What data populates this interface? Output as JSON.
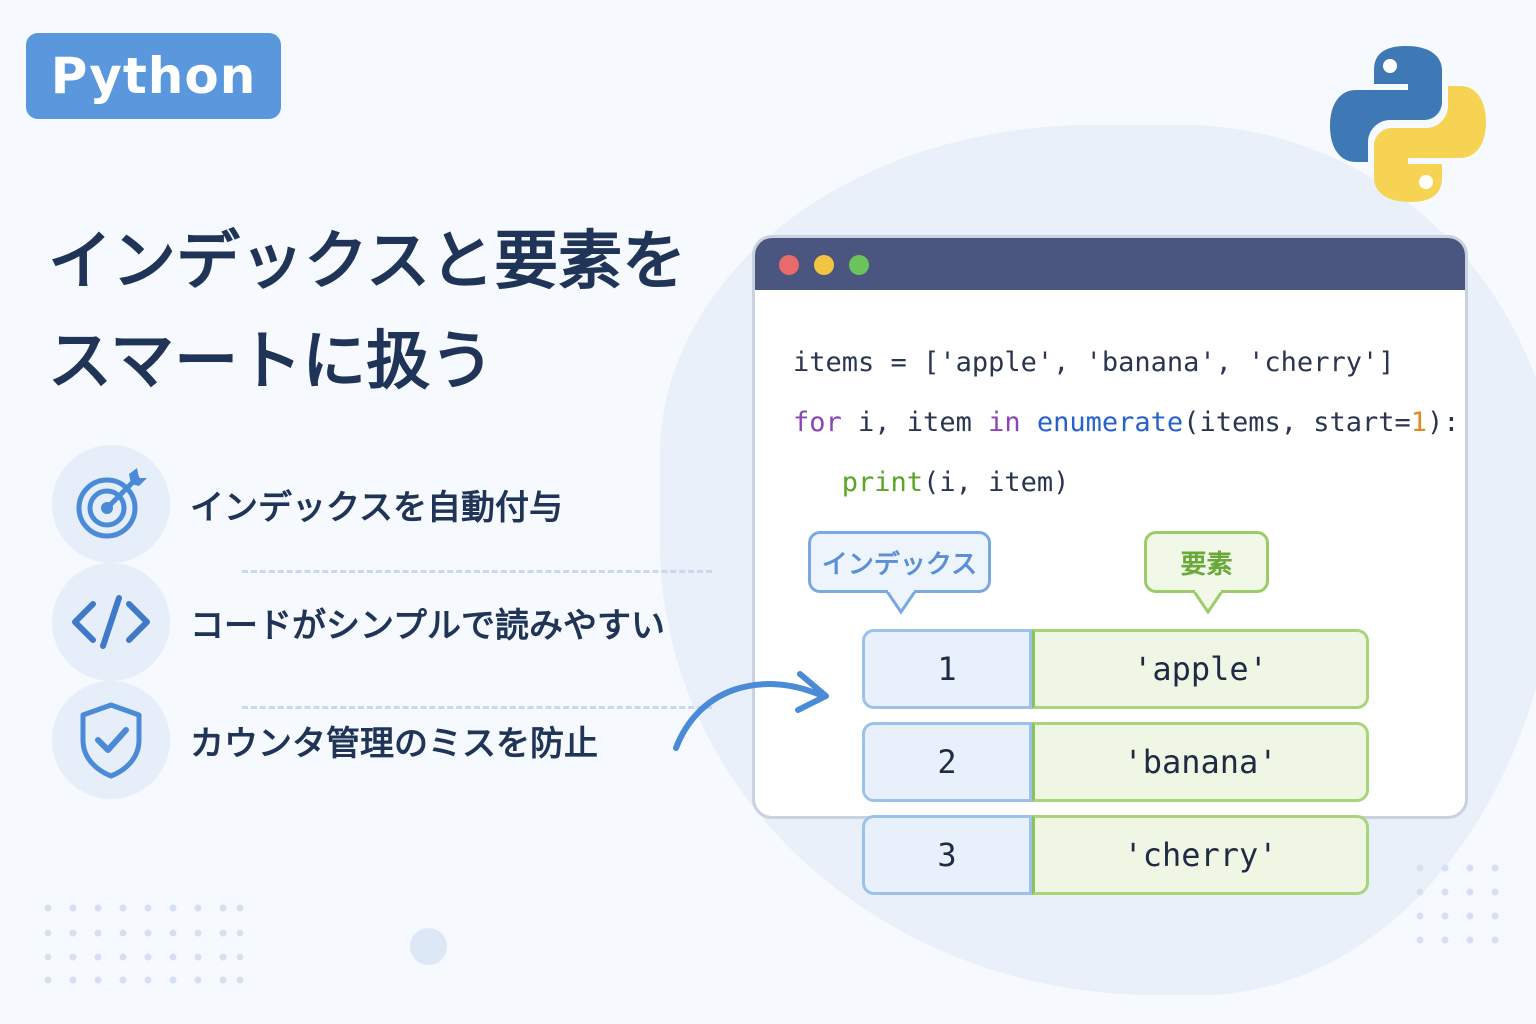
{
  "badge": {
    "label": "Python"
  },
  "title": {
    "line1": "インデックスと要素を",
    "line2": "スマートに扱う"
  },
  "features": [
    {
      "icon": "target-icon",
      "text": "インデックスを自動付与"
    },
    {
      "icon": "code-icon",
      "text": "コードがシンプルで読みやすい"
    },
    {
      "icon": "shield-check-icon",
      "text": "カウンタ管理のミスを防止"
    }
  ],
  "code": {
    "line1": {
      "var": "items",
      "op": " = ",
      "list": "['apple', 'banana', 'cherry']"
    },
    "line2": {
      "kw_for": "for",
      "vars": " i, item ",
      "kw_in": "in",
      "sp": " ",
      "fn": "enumerate",
      "args_open": "(items, start=",
      "num": "1",
      "args_close": "):"
    },
    "line3": {
      "indent": "   ",
      "fn": "print",
      "args": "(i, item)"
    }
  },
  "labels": {
    "index": "インデックス",
    "element": "要素"
  },
  "table": [
    {
      "index": "1",
      "value": "'apple'"
    },
    {
      "index": "2",
      "value": "'banana'"
    },
    {
      "index": "3",
      "value": "'cherry'"
    }
  ],
  "colors": {
    "accent": "#5b97dc",
    "title": "#1f3457",
    "window_bar": "#4a5680",
    "dot_red": "#e86a6a",
    "dot_yellow": "#f2c443",
    "dot_green": "#6cc35a",
    "python_blue": "#3f79b5",
    "python_yellow": "#f7d354"
  }
}
